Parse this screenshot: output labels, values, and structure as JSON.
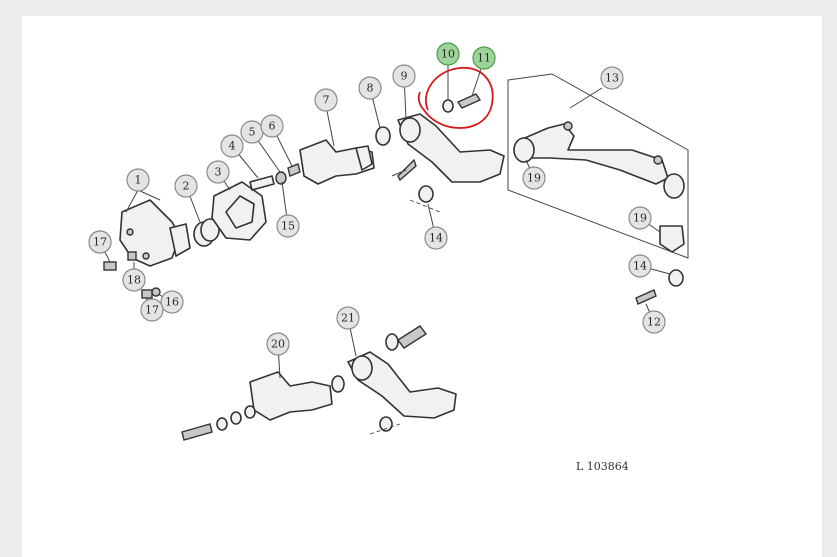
{
  "diagram": {
    "callouts": [
      {
        "id": "1",
        "highlighted": false
      },
      {
        "id": "2",
        "highlighted": false
      },
      {
        "id": "3",
        "highlighted": false
      },
      {
        "id": "4",
        "highlighted": false
      },
      {
        "id": "5",
        "highlighted": false
      },
      {
        "id": "6",
        "highlighted": false
      },
      {
        "id": "7",
        "highlighted": false
      },
      {
        "id": "8",
        "highlighted": false
      },
      {
        "id": "9",
        "highlighted": false
      },
      {
        "id": "10",
        "highlighted": true
      },
      {
        "id": "11",
        "highlighted": true
      },
      {
        "id": "13",
        "highlighted": false
      },
      {
        "id": "17",
        "highlighted": false
      },
      {
        "id": "15",
        "highlighted": false
      },
      {
        "id": "14",
        "highlighted": false
      },
      {
        "id": "19",
        "highlighted": false
      },
      {
        "id": "19",
        "highlighted": false
      },
      {
        "id": "17",
        "highlighted": false
      },
      {
        "id": "18",
        "highlighted": false
      },
      {
        "id": "16",
        "highlighted": false
      },
      {
        "id": "17",
        "highlighted": false
      },
      {
        "id": "14",
        "highlighted": false
      },
      {
        "id": "12",
        "highlighted": false
      },
      {
        "id": "20",
        "highlighted": false
      },
      {
        "id": "21",
        "highlighted": false
      }
    ],
    "reference": "L 103864",
    "highlight_color": "#9ed39a",
    "annotation_color": "#d41a1a"
  }
}
